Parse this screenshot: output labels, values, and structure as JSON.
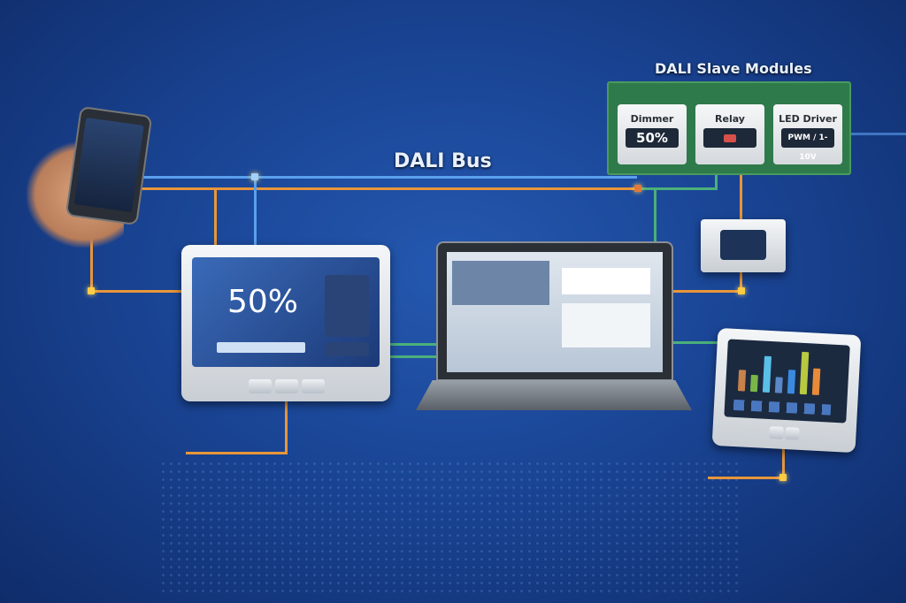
{
  "labels": {
    "bus": "DALI Bus",
    "modules_title": "DALI Slave Modules"
  },
  "modules": [
    {
      "name": "Dimmer",
      "display": "50%"
    },
    {
      "name": "Relay",
      "display": ""
    },
    {
      "name": "LED Driver",
      "display": "PWM / 1-10V"
    }
  ],
  "touch_panel": {
    "level": "50%"
  },
  "colors": {
    "bus_blue": "#5aa0ee",
    "wire_orange": "#e8963a",
    "wire_green": "#4bb07a",
    "background": "#1a4595"
  }
}
